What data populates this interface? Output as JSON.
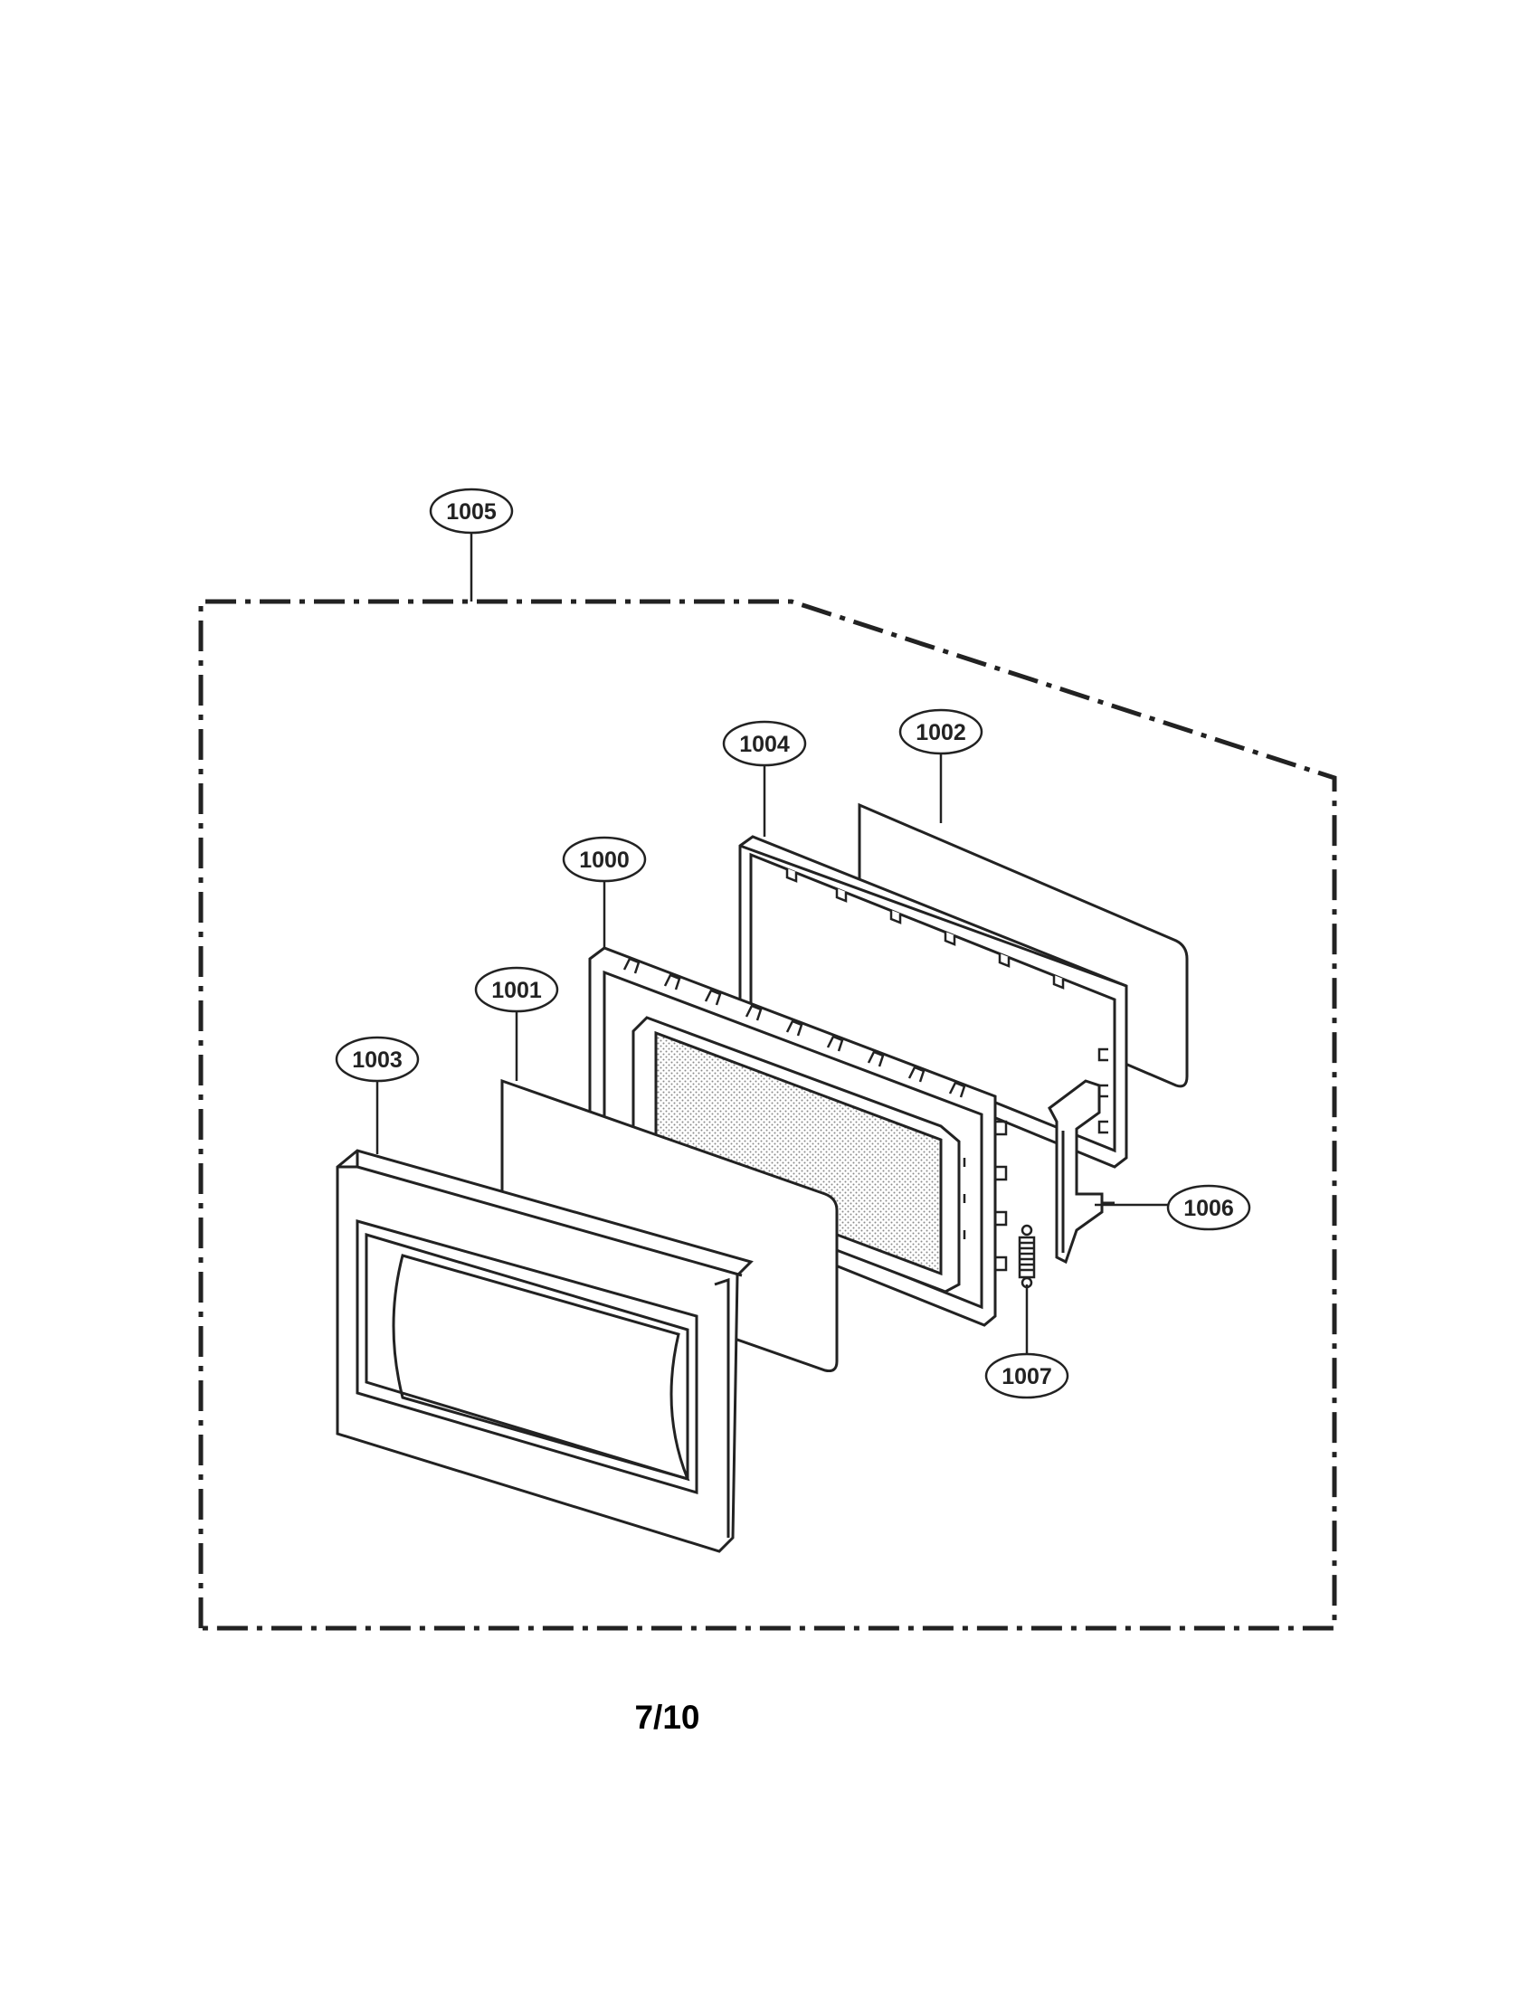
{
  "diagram": {
    "assembly_callout": "1005",
    "parts": [
      {
        "id": "door_frame",
        "callout": "1000"
      },
      {
        "id": "door_glass",
        "callout": "1001"
      },
      {
        "id": "rear_panel",
        "callout": "1002"
      },
      {
        "id": "door_front",
        "callout": "1003"
      },
      {
        "id": "choke_cover",
        "callout": "1004"
      },
      {
        "id": "latch_hook",
        "callout": "1006"
      },
      {
        "id": "spring",
        "callout": "1007"
      }
    ]
  },
  "page": {
    "number": "7/10"
  },
  "colors": {
    "line": "#222222",
    "hatch": "#8a8a8a",
    "background": "#ffffff"
  }
}
